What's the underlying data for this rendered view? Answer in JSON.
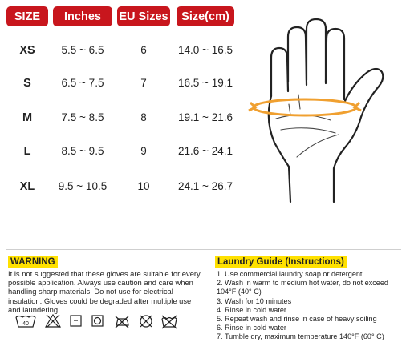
{
  "headers": {
    "size": "SIZE",
    "inches": "Inches",
    "eu": "EU Sizes",
    "cm": "Size(cm)"
  },
  "rows": [
    {
      "size": "XS",
      "inches": "5.5 ~ 6.5",
      "eu": "6",
      "cm": "14.0 ~ 16.5"
    },
    {
      "size": "S",
      "inches": "6.5 ~ 7.5",
      "eu": "7",
      "cm": "16.5 ~ 19.1"
    },
    {
      "size": "M",
      "inches": "7.5 ~ 8.5",
      "eu": "8",
      "cm": "19.1 ~ 21.6"
    },
    {
      "size": "L",
      "inches": "8.5 ~ 9.5",
      "eu": "9",
      "cm": "21.6 ~ 24.1"
    },
    {
      "size": "XL",
      "inches": "9.5 ~ 10.5",
      "eu": "10",
      "cm": "24.1 ~ 26.7"
    }
  ],
  "warning": {
    "title": "WARNING",
    "text": "It is not suggested that these gloves are suitable for every possible application. Always use caution and care when handling sharp materials. Do not use for electrical insulation. Gloves could be degraded after multiple use and laundering."
  },
  "wash_temp": "40",
  "laundry": {
    "title": "Laundry Guide (Instructions)",
    "items": [
      "1. Use commercial laundry soap or detergent",
      "2. Wash in warm to medium hot water, do not exceed 104°F (40° C)",
      "3. Wash for 10 minutes",
      "4. Rinse in cold water",
      "5. Repeat wash and rinse in case of heavy soiling",
      "6. Rinse in cold water",
      "7. Tumble dry, maximum temperature 140°F (60° C)"
    ]
  },
  "colors": {
    "header_bg": "#c8161d",
    "highlight": "#ffe100",
    "measure_band": "#f0a030"
  },
  "icons": [
    "hand-outline-icon",
    "measure-arrow-icon",
    "wash-40-icon",
    "no-bleach-icon",
    "tumble-dry-icon",
    "no-iron-icon",
    "no-dry-clean-icon"
  ]
}
